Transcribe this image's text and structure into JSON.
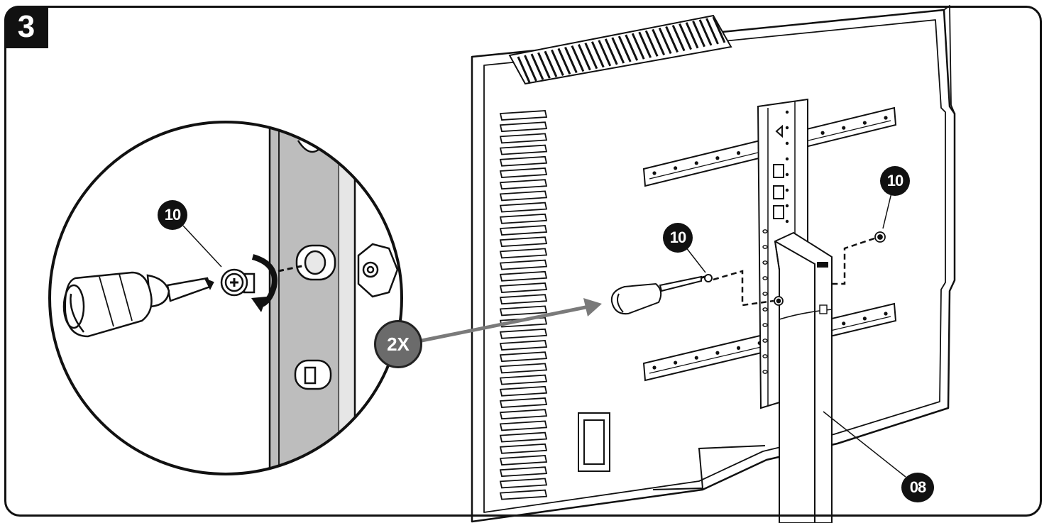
{
  "step": {
    "number": "3"
  },
  "callouts": {
    "detail_screw": "10",
    "screw_center": "10",
    "screw_right": "10",
    "column": "08"
  },
  "multiplier": "2X",
  "colors": {
    "line": "#111111",
    "panel_fill": "#ffffff",
    "detail_bracket": "#bdbdbd",
    "multiplier_badge": "#6b6b6b",
    "arrow": "#7a7a7a"
  }
}
